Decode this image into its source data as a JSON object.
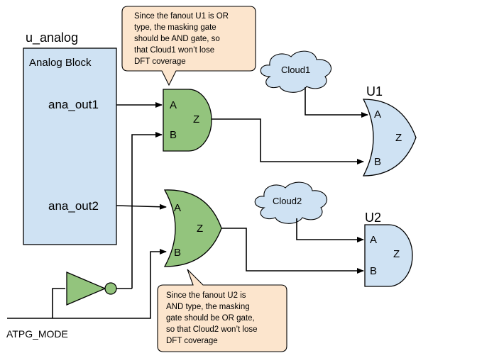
{
  "module": {
    "name": "u_analog",
    "block_label": "Analog Block",
    "ports": [
      "ana_out1",
      "ana_out2"
    ]
  },
  "mask_and_gate": {
    "pins": [
      "A",
      "B",
      "Z"
    ]
  },
  "mask_or_gate": {
    "pins": [
      "A",
      "B",
      "Z"
    ]
  },
  "u1": {
    "name": "U1",
    "pins": [
      "A",
      "B",
      "Z"
    ]
  },
  "u2": {
    "name": "U2",
    "pins": [
      "A",
      "B",
      "Z"
    ]
  },
  "clouds": [
    "Cloud1",
    "Cloud2"
  ],
  "signal": {
    "atpg_mode": "ATPG_MODE"
  },
  "notes": {
    "top": [
      "Since the fanout U1 is OR",
      "type, the masking gate",
      "should be AND gate, so",
      "that Cloud1 won’t lose",
      "DFT coverage"
    ],
    "bottom": [
      "Since the fanout U2 is",
      "AND type, the masking",
      "gate should be OR gate,",
      "so that Cloud2 won’t lose",
      "DFT coverage"
    ]
  },
  "colors": {
    "masking_gate_fill": "#93c47d",
    "block_fill": "#cfe2f3",
    "callout_fill": "#fce5cd"
  }
}
